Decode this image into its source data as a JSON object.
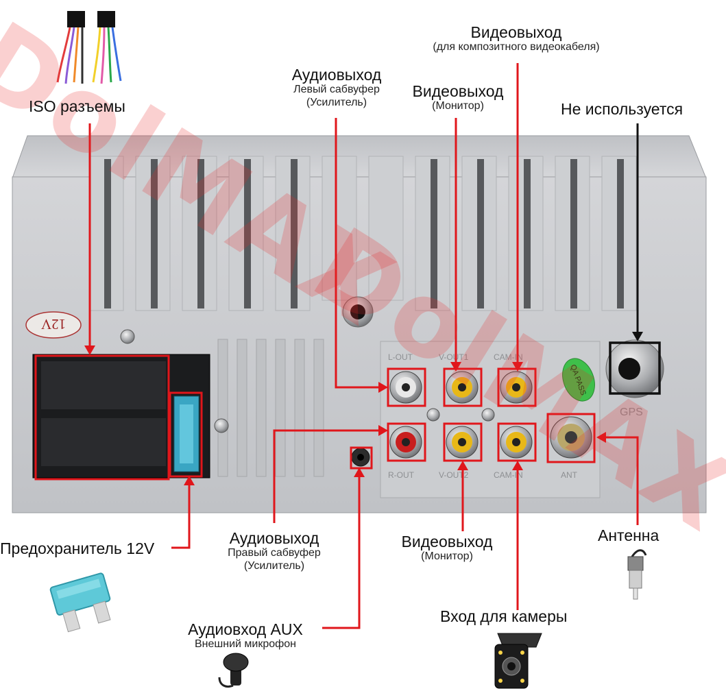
{
  "watermark": {
    "logo_text": "DolMAX"
  },
  "labels": {
    "iso": {
      "title": "ISO разъемы"
    },
    "audio_left": {
      "title": "Аудиовыход",
      "line1": "Левый сабвуфер",
      "line2": "(Усилитель)"
    },
    "video_composite": {
      "title": "Видеовыход",
      "line1": "(для композитного видеокабеля)"
    },
    "video_monitor_top": {
      "title": "Видеовыход",
      "line1": "(Монитор)"
    },
    "unused": {
      "title": "Не используется"
    },
    "fuse": {
      "title": "Предохранитель 12V"
    },
    "audio_right": {
      "title": "Аудиовыход",
      "line1": "Правый сабвуфер",
      "line2": "(Усилитель)"
    },
    "video_monitor_bottom": {
      "title": "Видеовыход",
      "line1": "(Монитор)"
    },
    "antenna": {
      "title": "Антенна"
    },
    "aux": {
      "title": "Аудиовход AUX",
      "line1": "Внешний микрофон"
    },
    "camera": {
      "title": "Вход для камеры"
    }
  },
  "panel_text": {
    "voltage_badge": "12V",
    "l_out": "L-OUT",
    "v_out1": "V-OUT1",
    "cam_in_top": "CAM-IN",
    "r_out": "R-OUT",
    "v_out2": "V-OUT2",
    "cam_in_bottom": "CAM-IN",
    "ant": "ANT",
    "gps": "GPS",
    "qa_pass": "QA PASS"
  },
  "colors": {
    "highlight_red": "#e0161b",
    "unused_box": "#111111",
    "panel_silver": "#c9cbce",
    "rca_white": "#e8e8e8",
    "rca_red": "#c81e1e",
    "rca_yellow": "#e8b818",
    "fuse_blue": "#5ec9d8",
    "qa_green": "#3fbf4a"
  },
  "icons": {
    "iso_harness": "wire-harness-icon",
    "fuse": "blade-fuse-icon",
    "antenna_plug": "antenna-plug-icon",
    "microphone": "microphone-icon",
    "camera": "rear-camera-icon"
  }
}
